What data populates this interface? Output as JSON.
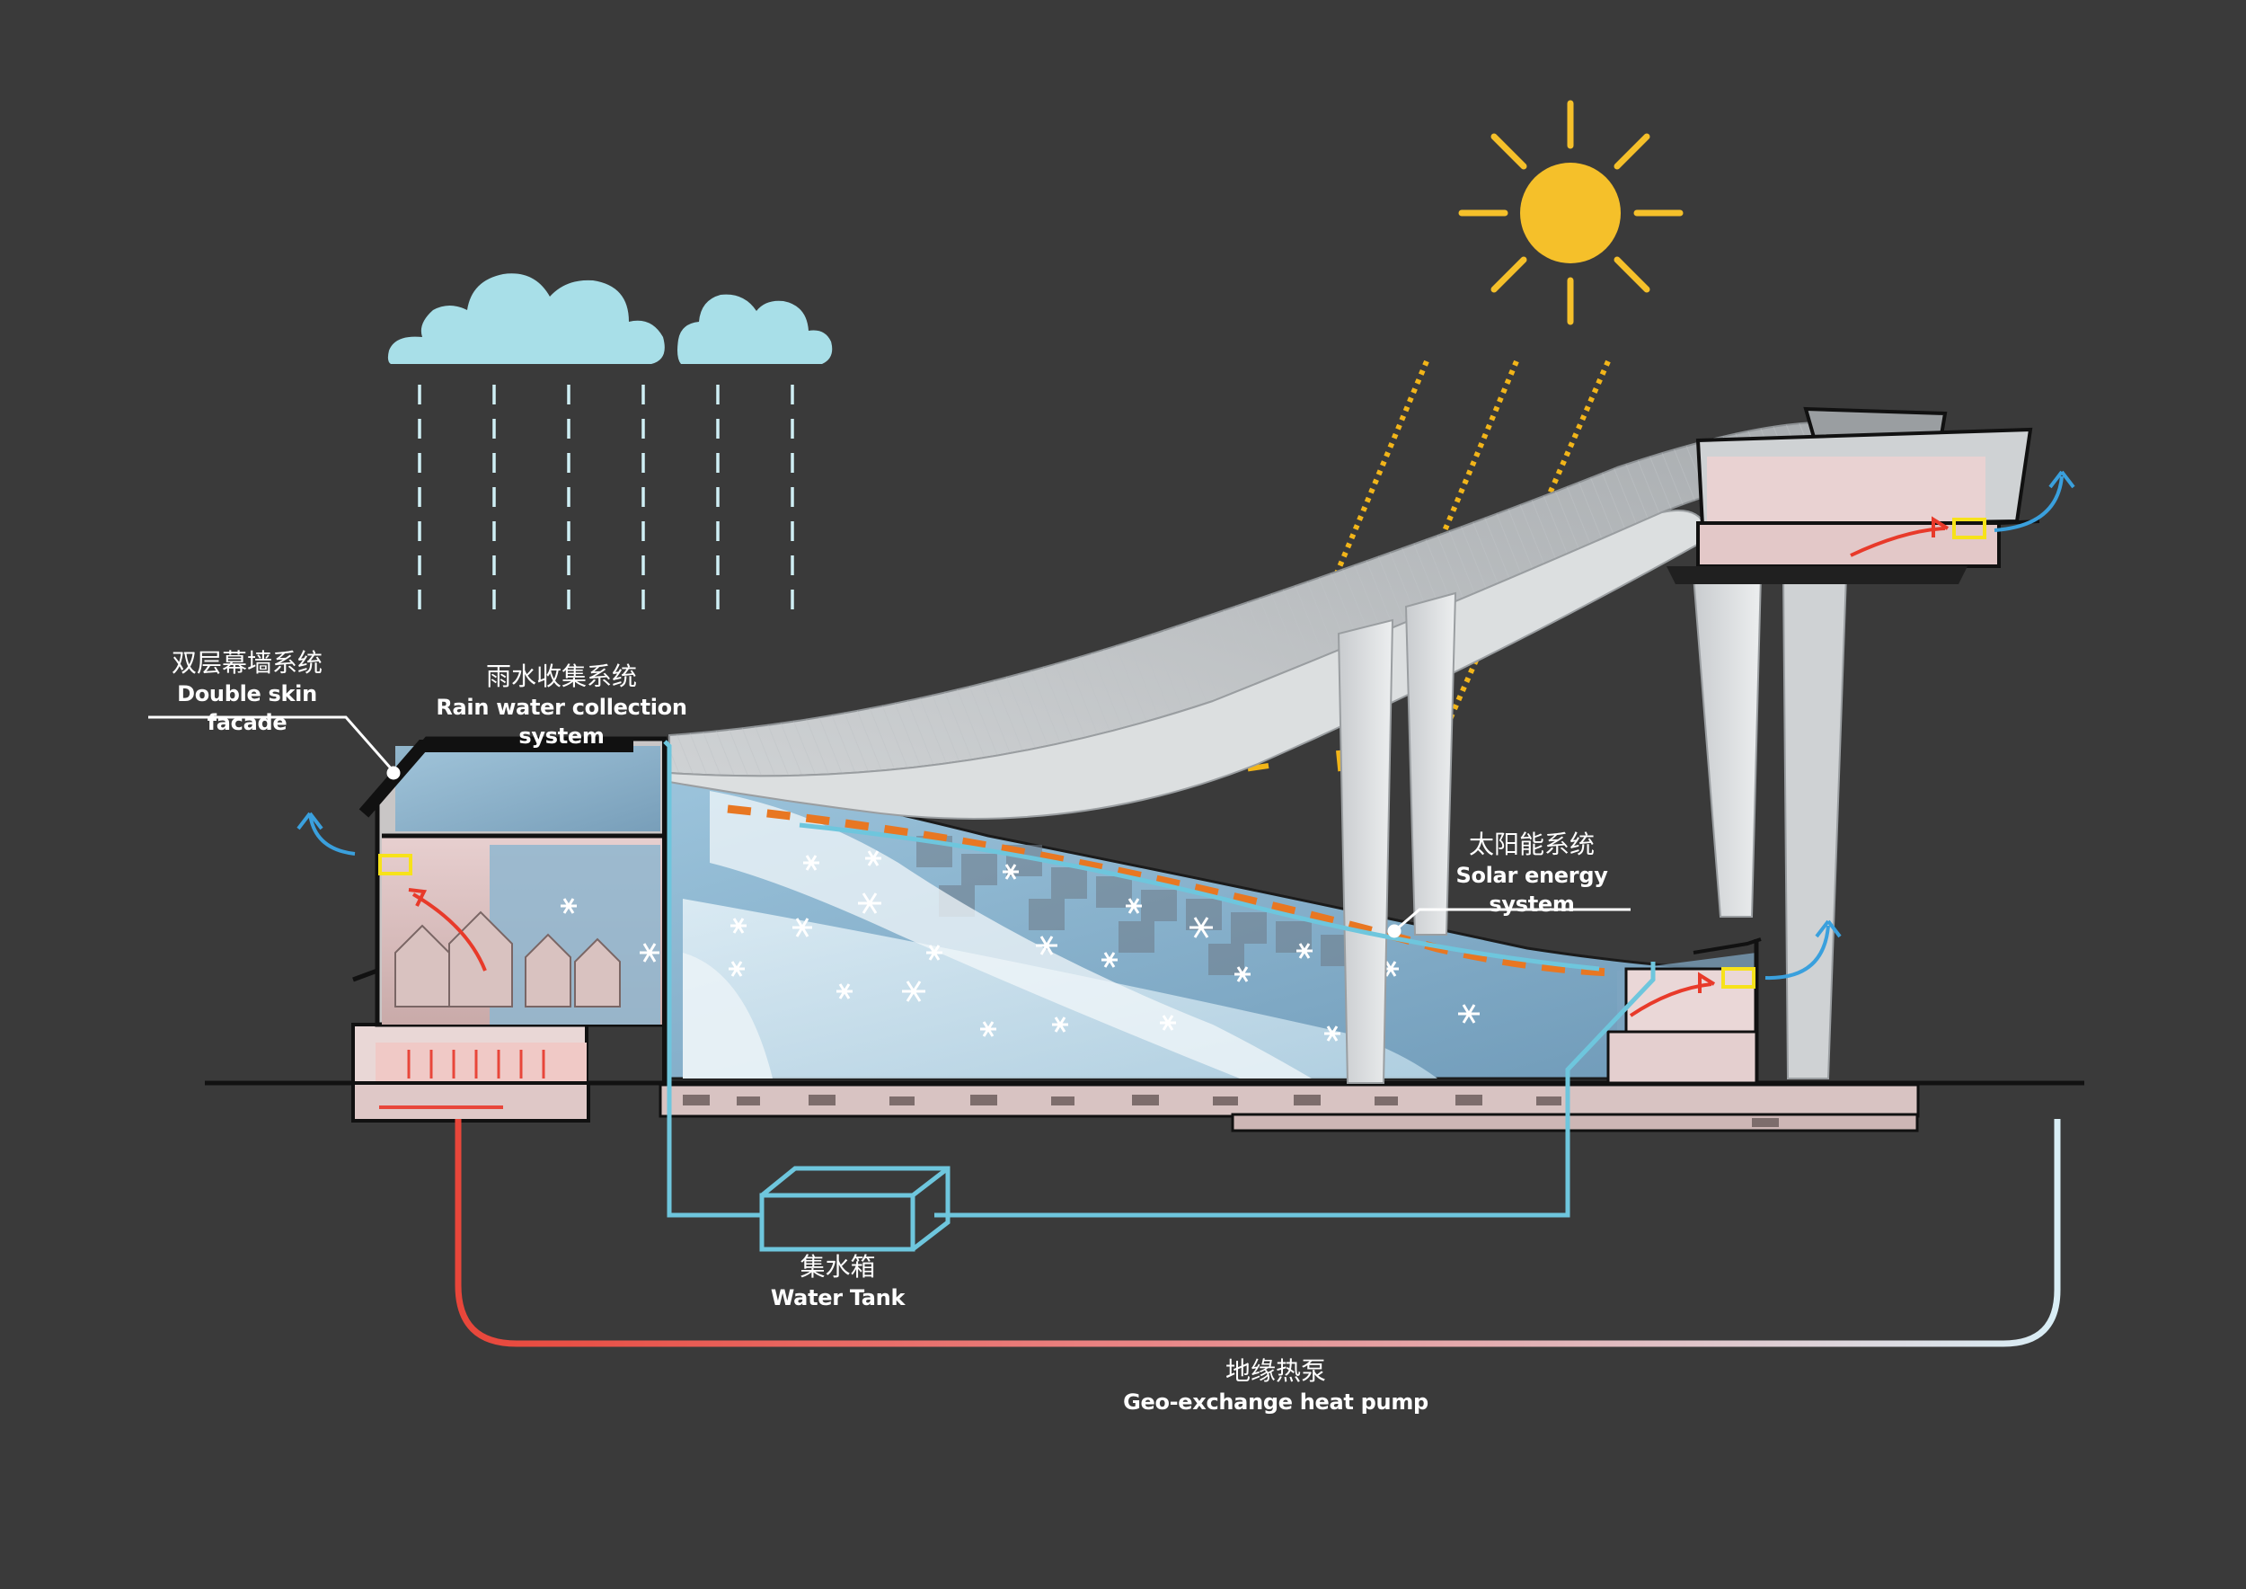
{
  "labels": {
    "double_skin": {
      "zh": "双层幕墙系统",
      "en": "Double skin facade"
    },
    "rain_water": {
      "zh": "雨水收集系统",
      "en": "Rain water collection system"
    },
    "solar": {
      "zh": "太阳能系统",
      "en": "Solar energy system"
    },
    "water_tank": {
      "zh": "集水箱",
      "en": "Water Tank"
    },
    "geo_exchange": {
      "zh": "地缘热泵",
      "en": "Geo-exchange heat pump"
    }
  },
  "colors": {
    "background": "#3a3a3a",
    "sun": "#f5c02a",
    "cloud": "#a8dfe8",
    "rain": "#cfeff5",
    "water_line": "#6ec6dd",
    "geo_warm": "#e8463a",
    "geo_cool": "#d9eef6",
    "solar_dash": "#e87722",
    "sun_ray": "#f2b519",
    "air_blue": "#3aa0dd",
    "air_red": "#e83a2a",
    "vent_yellow": "#f7e21a"
  },
  "icons": [
    "sun-icon",
    "cloud-icon",
    "snowflake-icon",
    "airflow-arrow-icon"
  ]
}
